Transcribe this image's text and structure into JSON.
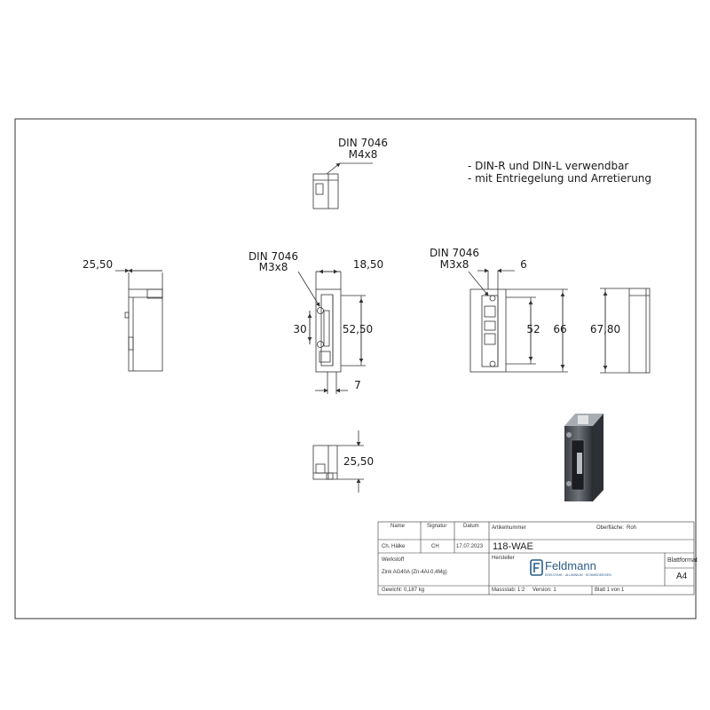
{
  "notes": [
    "- DIN-R und DIN-L verwendbar",
    "- mit Entriegelung und Arretierung"
  ],
  "callouts": {
    "top_view": {
      "line1": "DIN 7046",
      "line2": "M4x8"
    },
    "front_view": {
      "line1": "DIN 7046",
      "line2": "M3x8"
    },
    "right_view": {
      "line1": "DIN 7046",
      "line2": "M3x8"
    }
  },
  "dimensions": {
    "side_width": "25,50",
    "front_top_width": "18,50",
    "front_left_height": "30",
    "front_right_height": "52,50",
    "front_bottom_width": "7",
    "right_top_width": "6",
    "right_inner_height": "52",
    "right_outer_height": "66",
    "far_right_height": "67,80",
    "bottom_view_height": "25,50"
  },
  "title_block": {
    "cell_headers": {
      "name": "Name",
      "signature": "Signatur",
      "date": "Datum",
      "article_no": "Artikelnummer",
      "surface": "Oberfläche:",
      "material": "Werkstoff",
      "manufacturer": "Hersteller",
      "sheet_format": "Blattformat"
    },
    "name": "Ch. Hälke",
    "signature": "CH",
    "date": "17.07.2023",
    "article_no": "118-WAE",
    "surface": "Roh",
    "material": "Zink AG40A (Zn-4Al-0,4Mg)",
    "manufacturer_logo": "Feldmann",
    "manufacturer_tagline": "EDELSTAHL · ALUMINIUM · SCHMIEDEEISEN",
    "sheet_format": "A4",
    "weight": "Gewicht: 0,187 kg",
    "scale": "Massstab: 1:2",
    "version": "Version: 1",
    "sheet": "Blatt 1 von 1"
  },
  "colors": {
    "line": "#333333",
    "logo": "#2a5d8a"
  }
}
